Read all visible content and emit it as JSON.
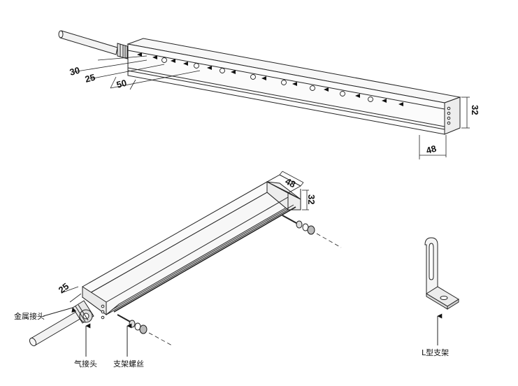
{
  "top_view": {
    "dims": {
      "d30": "30",
      "d25": "25",
      "d50": "50",
      "d32": "32",
      "d48": "48"
    }
  },
  "bottom_view": {
    "dims": {
      "d48": "48",
      "d32": "32",
      "d25": "25"
    },
    "labels": {
      "metal_connector": "金属接头",
      "air_connector": "气接头",
      "bracket_screw": "支架螺丝"
    }
  },
  "bracket": {
    "label": "L型支架"
  }
}
